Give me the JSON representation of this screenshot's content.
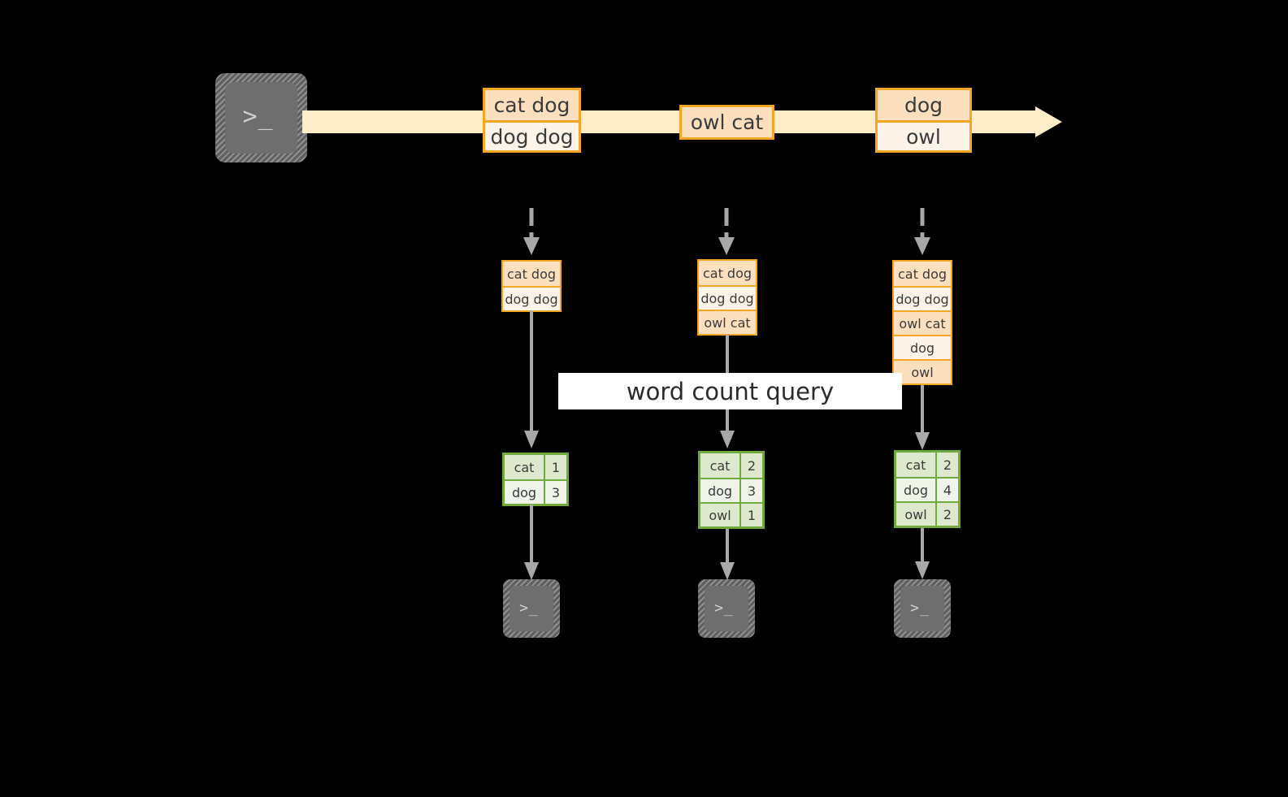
{
  "diagram": {
    "title": "word count query streaming diagram",
    "colors": {
      "background": "#000000",
      "stream_fill": "#fdeec9",
      "event_border": "#f5a623",
      "event_shade_dark": "#fce0bd",
      "event_shade_light": "#fdf3e8",
      "result_border": "#71aa3c",
      "result_shade_dark": "#dde8cd",
      "result_shade_light": "#eff4e8",
      "connector": "#a8a8a8",
      "terminal_fill": "#6e6e6e",
      "label_fill": "#ffffff"
    }
  },
  "source": {
    "icon": "terminal-icon",
    "prompt": ">_"
  },
  "stream": {
    "icon": "right-arrow-icon",
    "events": [
      {
        "name": "event-batch-1",
        "lines": [
          "cat dog",
          "dog dog"
        ]
      },
      {
        "name": "event-batch-2",
        "lines": [
          "owl cat"
        ]
      },
      {
        "name": "event-batch-3",
        "lines": [
          "dog",
          "owl"
        ]
      }
    ]
  },
  "snapshots": [
    {
      "name": "snapshot-t1",
      "lines": [
        "cat dog",
        "dog dog"
      ]
    },
    {
      "name": "snapshot-t2",
      "lines": [
        "cat dog",
        "dog dog",
        "owl cat"
      ]
    },
    {
      "name": "snapshot-t3",
      "lines": [
        "cat dog",
        "dog dog",
        "owl cat",
        "dog",
        "owl"
      ]
    }
  ],
  "query": {
    "label": "word count query"
  },
  "results": [
    {
      "name": "result-t1",
      "rows": [
        {
          "word": "cat",
          "count": "1"
        },
        {
          "word": "dog",
          "count": "3"
        }
      ]
    },
    {
      "name": "result-t2",
      "rows": [
        {
          "word": "cat",
          "count": "2"
        },
        {
          "word": "dog",
          "count": "3"
        },
        {
          "word": "owl",
          "count": "1"
        }
      ]
    },
    {
      "name": "result-t3",
      "rows": [
        {
          "word": "cat",
          "count": "2"
        },
        {
          "word": "dog",
          "count": "4"
        },
        {
          "word": "owl",
          "count": "2"
        }
      ]
    }
  ],
  "sinks": [
    {
      "name": "sink-t1",
      "icon": "terminal-icon",
      "prompt": ">_"
    },
    {
      "name": "sink-t2",
      "icon": "terminal-icon",
      "prompt": ">_"
    },
    {
      "name": "sink-t3",
      "icon": "terminal-icon",
      "prompt": ">_"
    }
  ]
}
